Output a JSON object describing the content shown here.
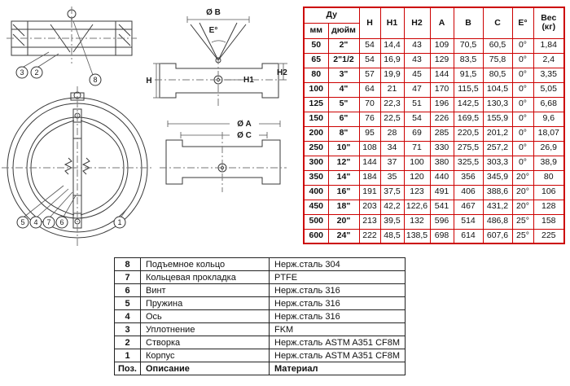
{
  "drawing": {
    "callouts": [
      "3",
      "2",
      "8",
      "5",
      "4",
      "7",
      "6",
      "1"
    ],
    "dim_labels": {
      "ob": "Ø B",
      "e": "E°",
      "h": "H",
      "h1": "H1",
      "h2": "H2",
      "oa": "Ø A",
      "oc": "Ø C"
    }
  },
  "dim_table": {
    "border_color": "#cc0000",
    "header": {
      "du": "Ду",
      "mm": "мм",
      "inch": "дюйм",
      "cols": [
        "H",
        "H1",
        "H2",
        "A",
        "B",
        "C",
        "E°"
      ],
      "weight_line1": "Вес",
      "weight_line2": "(кг)"
    },
    "rows": [
      [
        "50",
        "2\"",
        "54",
        "14,4",
        "43",
        "109",
        "70,5",
        "60,5",
        "0°",
        "1,84"
      ],
      [
        "65",
        "2\"1/2",
        "54",
        "16,9",
        "43",
        "129",
        "83,5",
        "75,8",
        "0°",
        "2,4"
      ],
      [
        "80",
        "3\"",
        "57",
        "19,9",
        "45",
        "144",
        "91,5",
        "80,5",
        "0°",
        "3,35"
      ],
      [
        "100",
        "4\"",
        "64",
        "21",
        "47",
        "170",
        "115,5",
        "104,5",
        "0°",
        "5,05"
      ],
      [
        "125",
        "5\"",
        "70",
        "22,3",
        "51",
        "196",
        "142,5",
        "130,3",
        "0°",
        "6,68"
      ],
      [
        "150",
        "6\"",
        "76",
        "22,5",
        "54",
        "226",
        "169,5",
        "155,9",
        "0°",
        "9,6"
      ],
      [
        "200",
        "8\"",
        "95",
        "28",
        "69",
        "285",
        "220,5",
        "201,2",
        "0°",
        "18,07"
      ],
      [
        "250",
        "10\"",
        "108",
        "34",
        "71",
        "330",
        "275,5",
        "257,2",
        "0°",
        "26,9"
      ],
      [
        "300",
        "12\"",
        "144",
        "37",
        "100",
        "380",
        "325,5",
        "303,3",
        "0°",
        "38,9"
      ],
      [
        "350",
        "14\"",
        "184",
        "35",
        "120",
        "440",
        "356",
        "345,9",
        "20°",
        "80"
      ],
      [
        "400",
        "16\"",
        "191",
        "37,5",
        "123",
        "491",
        "406",
        "388,6",
        "20°",
        "106"
      ],
      [
        "450",
        "18\"",
        "203",
        "42,2",
        "122,6",
        "541",
        "467",
        "431,2",
        "20°",
        "128"
      ],
      [
        "500",
        "20\"",
        "213",
        "39,5",
        "132",
        "596",
        "514",
        "486,8",
        "25°",
        "158"
      ],
      [
        "600",
        "24\"",
        "222",
        "48,5",
        "138,5",
        "698",
        "614",
        "607,6",
        "25°",
        "225"
      ]
    ]
  },
  "parts_table": {
    "rows": [
      [
        "8",
        "Подъемное кольцо",
        "Нерж.сталь 304"
      ],
      [
        "7",
        "Кольцевая прокладка",
        "PTFE"
      ],
      [
        "6",
        "Винт",
        "Нерж.сталь 316"
      ],
      [
        "5",
        "Пружина",
        "Нерж.сталь 316"
      ],
      [
        "4",
        "Ось",
        "Нерж.сталь 316"
      ],
      [
        "3",
        "Уплотнение",
        "FKM"
      ],
      [
        "2",
        "Створка",
        "Нерж.сталь ASTM A351 CF8M"
      ],
      [
        "1",
        "Корпус",
        "Нерж.сталь ASTM A351 CF8M"
      ]
    ],
    "footer": [
      "Поз.",
      "Описание",
      "Материал"
    ]
  }
}
